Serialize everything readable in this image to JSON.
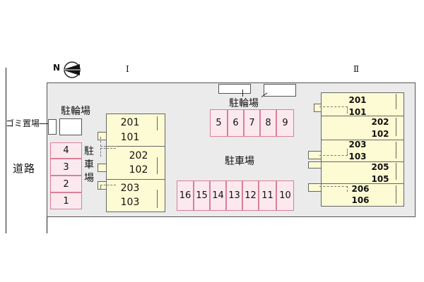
{
  "compass": {
    "label": "N"
  },
  "buildings": [
    {
      "label": "Ⅰ"
    },
    {
      "label": "Ⅱ"
    }
  ],
  "road_label": "道路",
  "garbage_label": "ゴミ置場",
  "bike_parking_left": "駐輪場",
  "bike_parking_top": "駐輪場",
  "parking_lot_label": "駐車場",
  "parking_vertical_label": [
    "駐",
    "車",
    "場"
  ],
  "parking_left": [
    "4",
    "3",
    "2",
    "1"
  ],
  "parking_top": [
    "5",
    "6",
    "7",
    "8",
    "9"
  ],
  "parking_bottom": [
    "16",
    "15",
    "14",
    "13",
    "12",
    "11",
    "10"
  ],
  "building1_units": [
    "201",
    "101",
    "202",
    "102",
    "203",
    "103"
  ],
  "building2_units": [
    "201",
    "101",
    "202",
    "102",
    "203",
    "103",
    "205",
    "105",
    "206",
    "106"
  ],
  "colors": {
    "parking_fill": "#fbe9ef",
    "parking_border": "#d98097",
    "unit_fill": "#fdfbd3",
    "ground": "#ebebeb"
  }
}
